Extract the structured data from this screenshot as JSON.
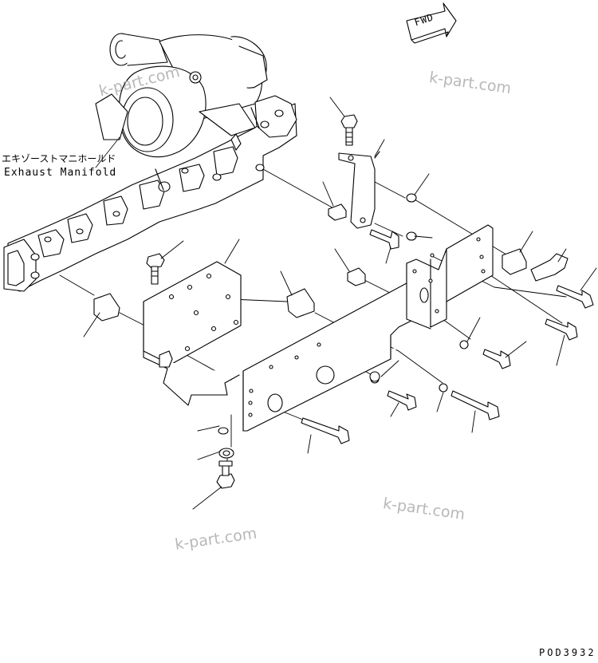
{
  "labels": {
    "exhaust_manifold_jp": "エキゾーストマニホールド",
    "exhaust_manifold_en": "Exhaust Manifold",
    "fwd": "FWD",
    "drawing_number": "POD3932"
  },
  "watermarks": [
    "k-part.com",
    "k-part.com",
    "k-part.com",
    "k-part.com"
  ],
  "colors": {
    "line": "#000000",
    "watermark": "#b8b8b8",
    "background": "#ffffff"
  }
}
